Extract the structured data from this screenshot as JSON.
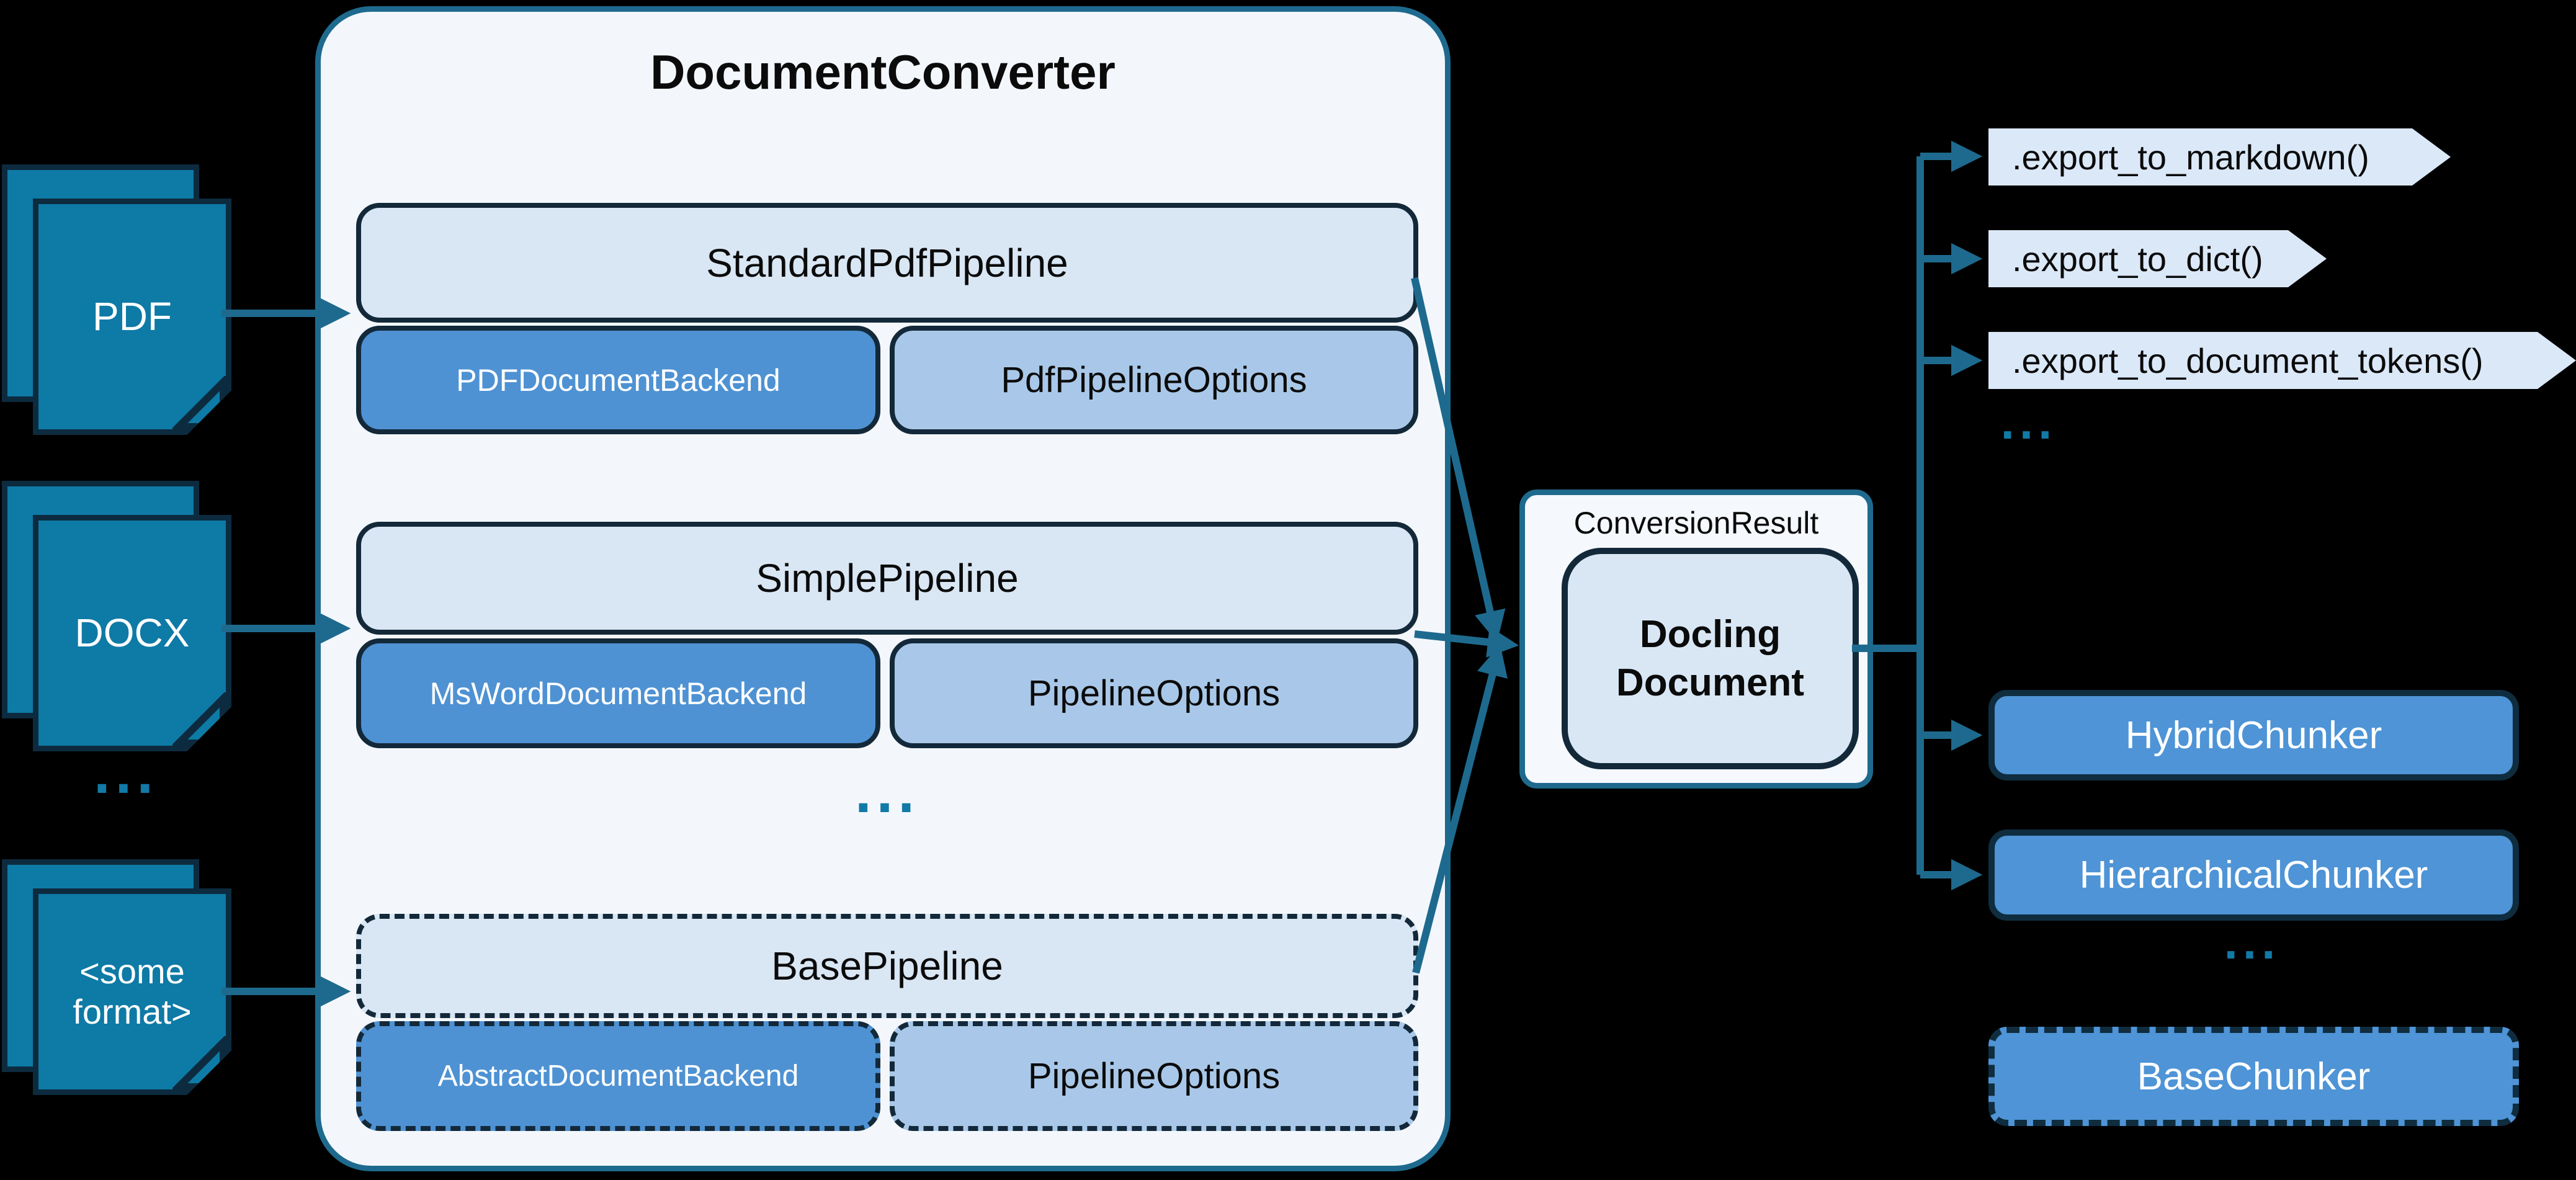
{
  "colors": {
    "background": "#000000",
    "arrow_teal": "#1e6a8e",
    "dot_teal": "#117aa7",
    "doc_icon_fill": "#0e7aa6",
    "dark_navy_border": "#13293a",
    "converter_fill": "#f3f7fc",
    "result_fill": "#f5f8fd",
    "pipeline_title_fill": "#d9e6f4",
    "backend_fill": "#4e92d3",
    "options_fill": "#a9c8e9",
    "docling_fill": "#d9e7f5",
    "chevron_fill": "#dbe8f8",
    "chunker_fill": "#4e94d6"
  },
  "inputs": {
    "items": [
      {
        "label": "PDF",
        "icon": "document-stack-icon"
      },
      {
        "label": "DOCX",
        "icon": "document-stack-icon"
      },
      {
        "label": "<some format>",
        "icon": "document-stack-icon"
      }
    ],
    "ellipsis": "..."
  },
  "converter": {
    "title": "DocumentConverter",
    "ellipsis": "...",
    "pipelines": [
      {
        "name": "StandardPdfPipeline",
        "backend": "PDFDocumentBackend",
        "options": "PdfPipelineOptions",
        "style": "solid"
      },
      {
        "name": "SimplePipeline",
        "backend": "MsWordDocumentBackend",
        "options": "PipelineOptions",
        "style": "solid"
      },
      {
        "name": "BasePipeline",
        "backend": "AbstractDocumentBackend",
        "options": "PipelineOptions",
        "style": "dashed"
      }
    ]
  },
  "result": {
    "container_label": "ConversionResult",
    "document_label": "Docling Document"
  },
  "exports": {
    "methods": [
      {
        "label": ".export_to_markdown()"
      },
      {
        "label": ".export_to_dict()"
      },
      {
        "label": ".export_to_document_tokens()"
      }
    ],
    "ellipsis": "..."
  },
  "chunkers": {
    "items": [
      {
        "label": "HybridChunker"
      },
      {
        "label": "HierarchicalChunker"
      }
    ],
    "ellipsis": "...",
    "base_label": "BaseChunker"
  }
}
